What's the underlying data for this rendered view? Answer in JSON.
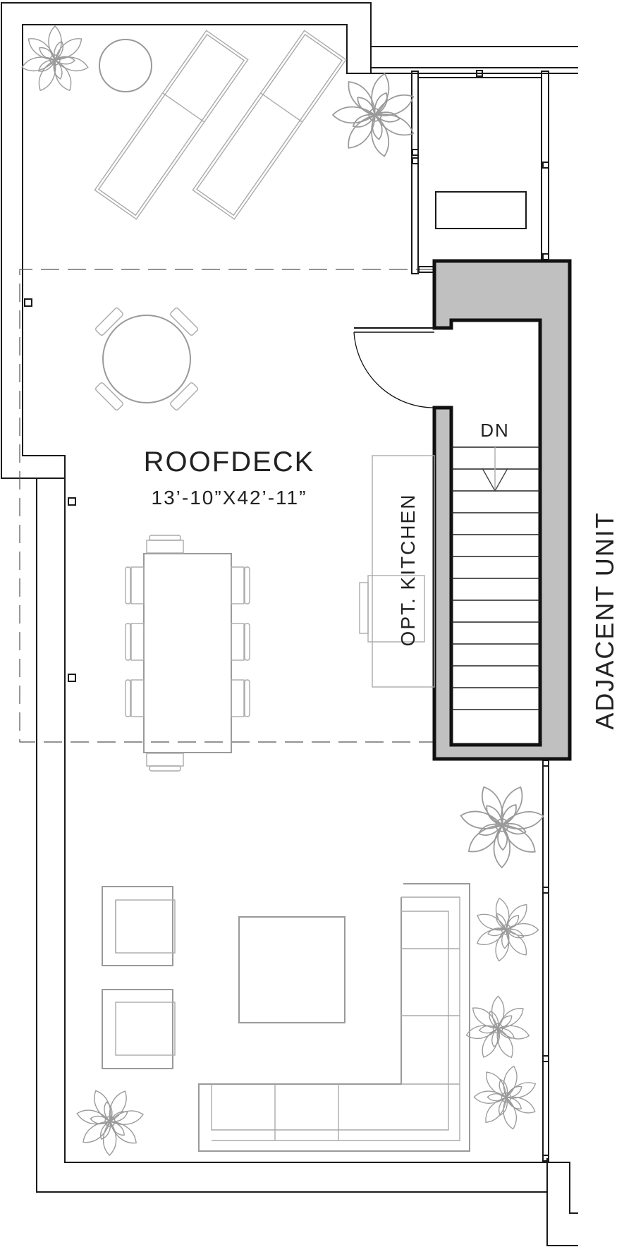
{
  "plan": {
    "room_name": "ROOFDECK",
    "room_dimensions": "13’-10”X42’-11”",
    "kitchen_label": "OPT. KITCHEN",
    "stair_label": "DN",
    "adjacent_label": "ADJACENT UNIT"
  },
  "icons": {
    "plant": "plant-icon",
    "door": "door-swing-icon",
    "arrow": "arrow-down-icon"
  },
  "colors": {
    "stair_fill": "#c0c0c0",
    "wall": "#1a1a1a",
    "furniture": "#9a9a9a"
  }
}
